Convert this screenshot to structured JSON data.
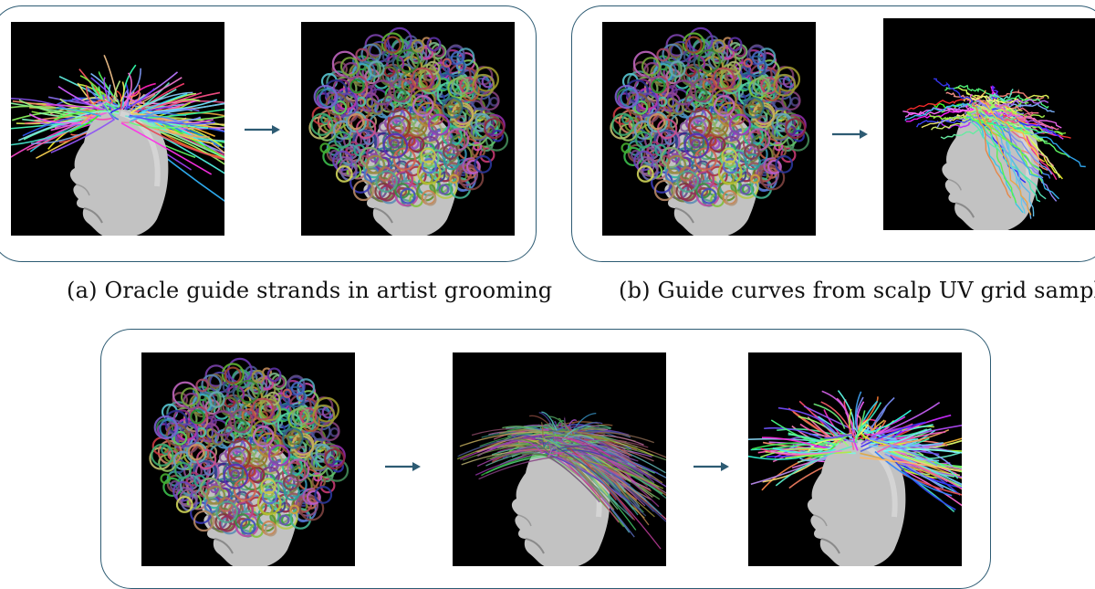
{
  "captions": {
    "a": "(a) Oracle guide strands in artist grooming",
    "b": "(b) Guide curves from scalp UV grid sampling"
  },
  "colors": {
    "panel_border": "#2d5b73",
    "arrow": "#2d5b73",
    "image_background": "#000000",
    "head": "#bdbdbd"
  },
  "panels": [
    {
      "id": "a",
      "images": [
        "guide-strands-colored",
        "dense-curly-hair"
      ]
    },
    {
      "id": "b",
      "images": [
        "dense-curly-hair",
        "noisy-uv-guide-curves"
      ]
    },
    {
      "id": "c",
      "images": [
        "dense-curly-hair",
        "smoothed-dense-hair",
        "extracted-guide-strands"
      ]
    }
  ]
}
